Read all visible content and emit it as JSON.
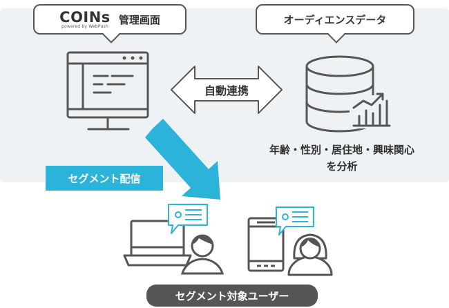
{
  "coins": {
    "logo_text": "COINs",
    "powered_by": "powered by WebPush",
    "label": "管理画面"
  },
  "data_source": {
    "label": "オーディエンスデータ"
  },
  "link": {
    "label": "自動連携"
  },
  "analysis": {
    "line1": "年齢・性別・居住地・興味関心",
    "line2": "を分析"
  },
  "delivery": {
    "label": "セグメント配信"
  },
  "target": {
    "label": "セグメント対象ユーザー"
  },
  "colors": {
    "accent": "#2bb3d9",
    "dark": "#555555",
    "panel": "#eef2f5"
  },
  "icons": [
    "monitor-icon",
    "database-icon",
    "chart-icon",
    "double-arrow-icon",
    "laptop-icon",
    "smartphone-icon",
    "user-icon",
    "chat-bubble-icon"
  ]
}
